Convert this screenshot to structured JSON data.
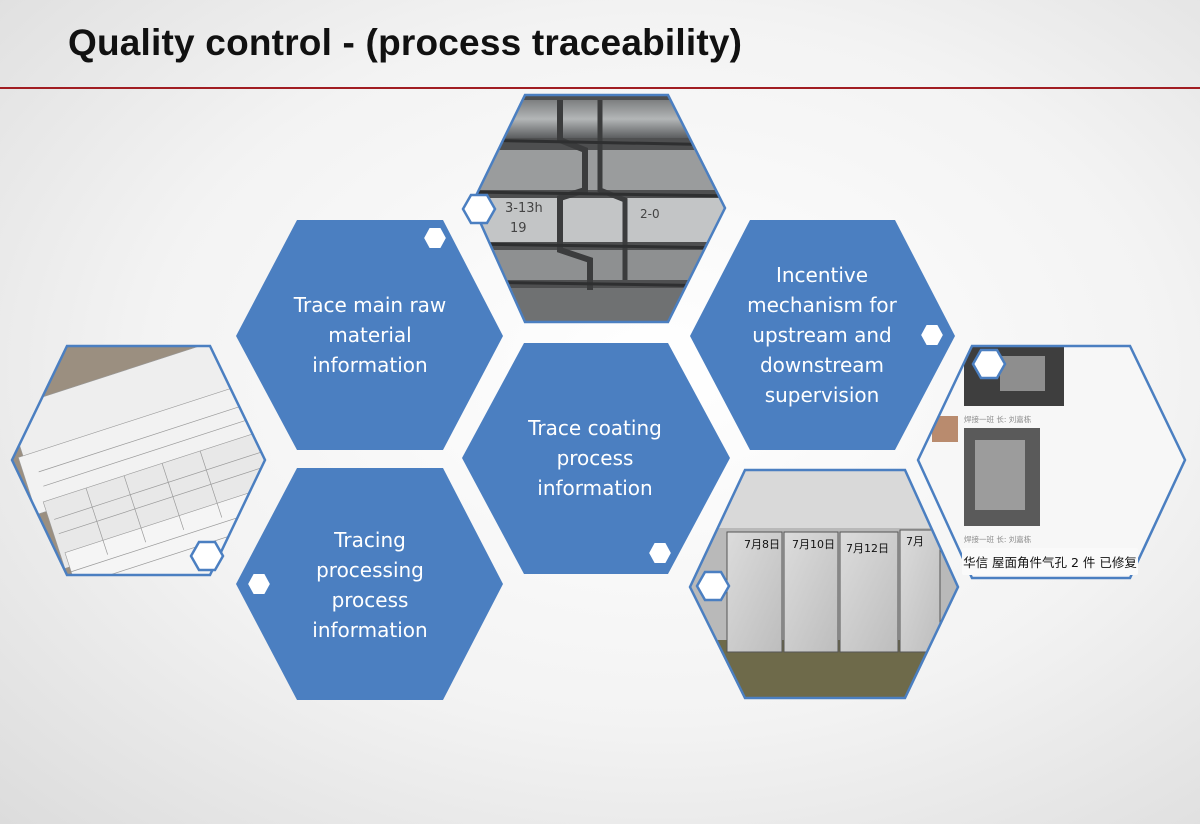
{
  "slide": {
    "title": "Quality control - (process traceability)",
    "accent_color": "#a11d22",
    "hex_fill_color": "#4b7fc1"
  },
  "hexagons": [
    {
      "label": "Trace main raw material information"
    },
    {
      "label": "Tracing processing process information"
    },
    {
      "label": "Trace coating process information"
    },
    {
      "label": "Incentive mechanism for upstream and downstream supervision"
    }
  ],
  "photos": {
    "top": {
      "subject": "stacked aluminum profiles",
      "annotations": [
        "3-13h",
        "19",
        "2-0"
      ]
    },
    "left": {
      "subject": "stack of paper inspection records"
    },
    "bottom_right": {
      "subject": "coated panel samples",
      "labels": [
        "7月8日",
        "7月10日",
        "7月12日",
        "7月"
      ]
    },
    "far_right": {
      "subject": "chat screenshot with defect photos",
      "meta_1": "焊接一班 长: 刘嘉栋",
      "meta_2": "焊接一班 长: 刘嘉栋",
      "caption": "华信 屋面角件气孔 2 件 已修复"
    }
  },
  "icons": [
    "hexagon-icon"
  ]
}
